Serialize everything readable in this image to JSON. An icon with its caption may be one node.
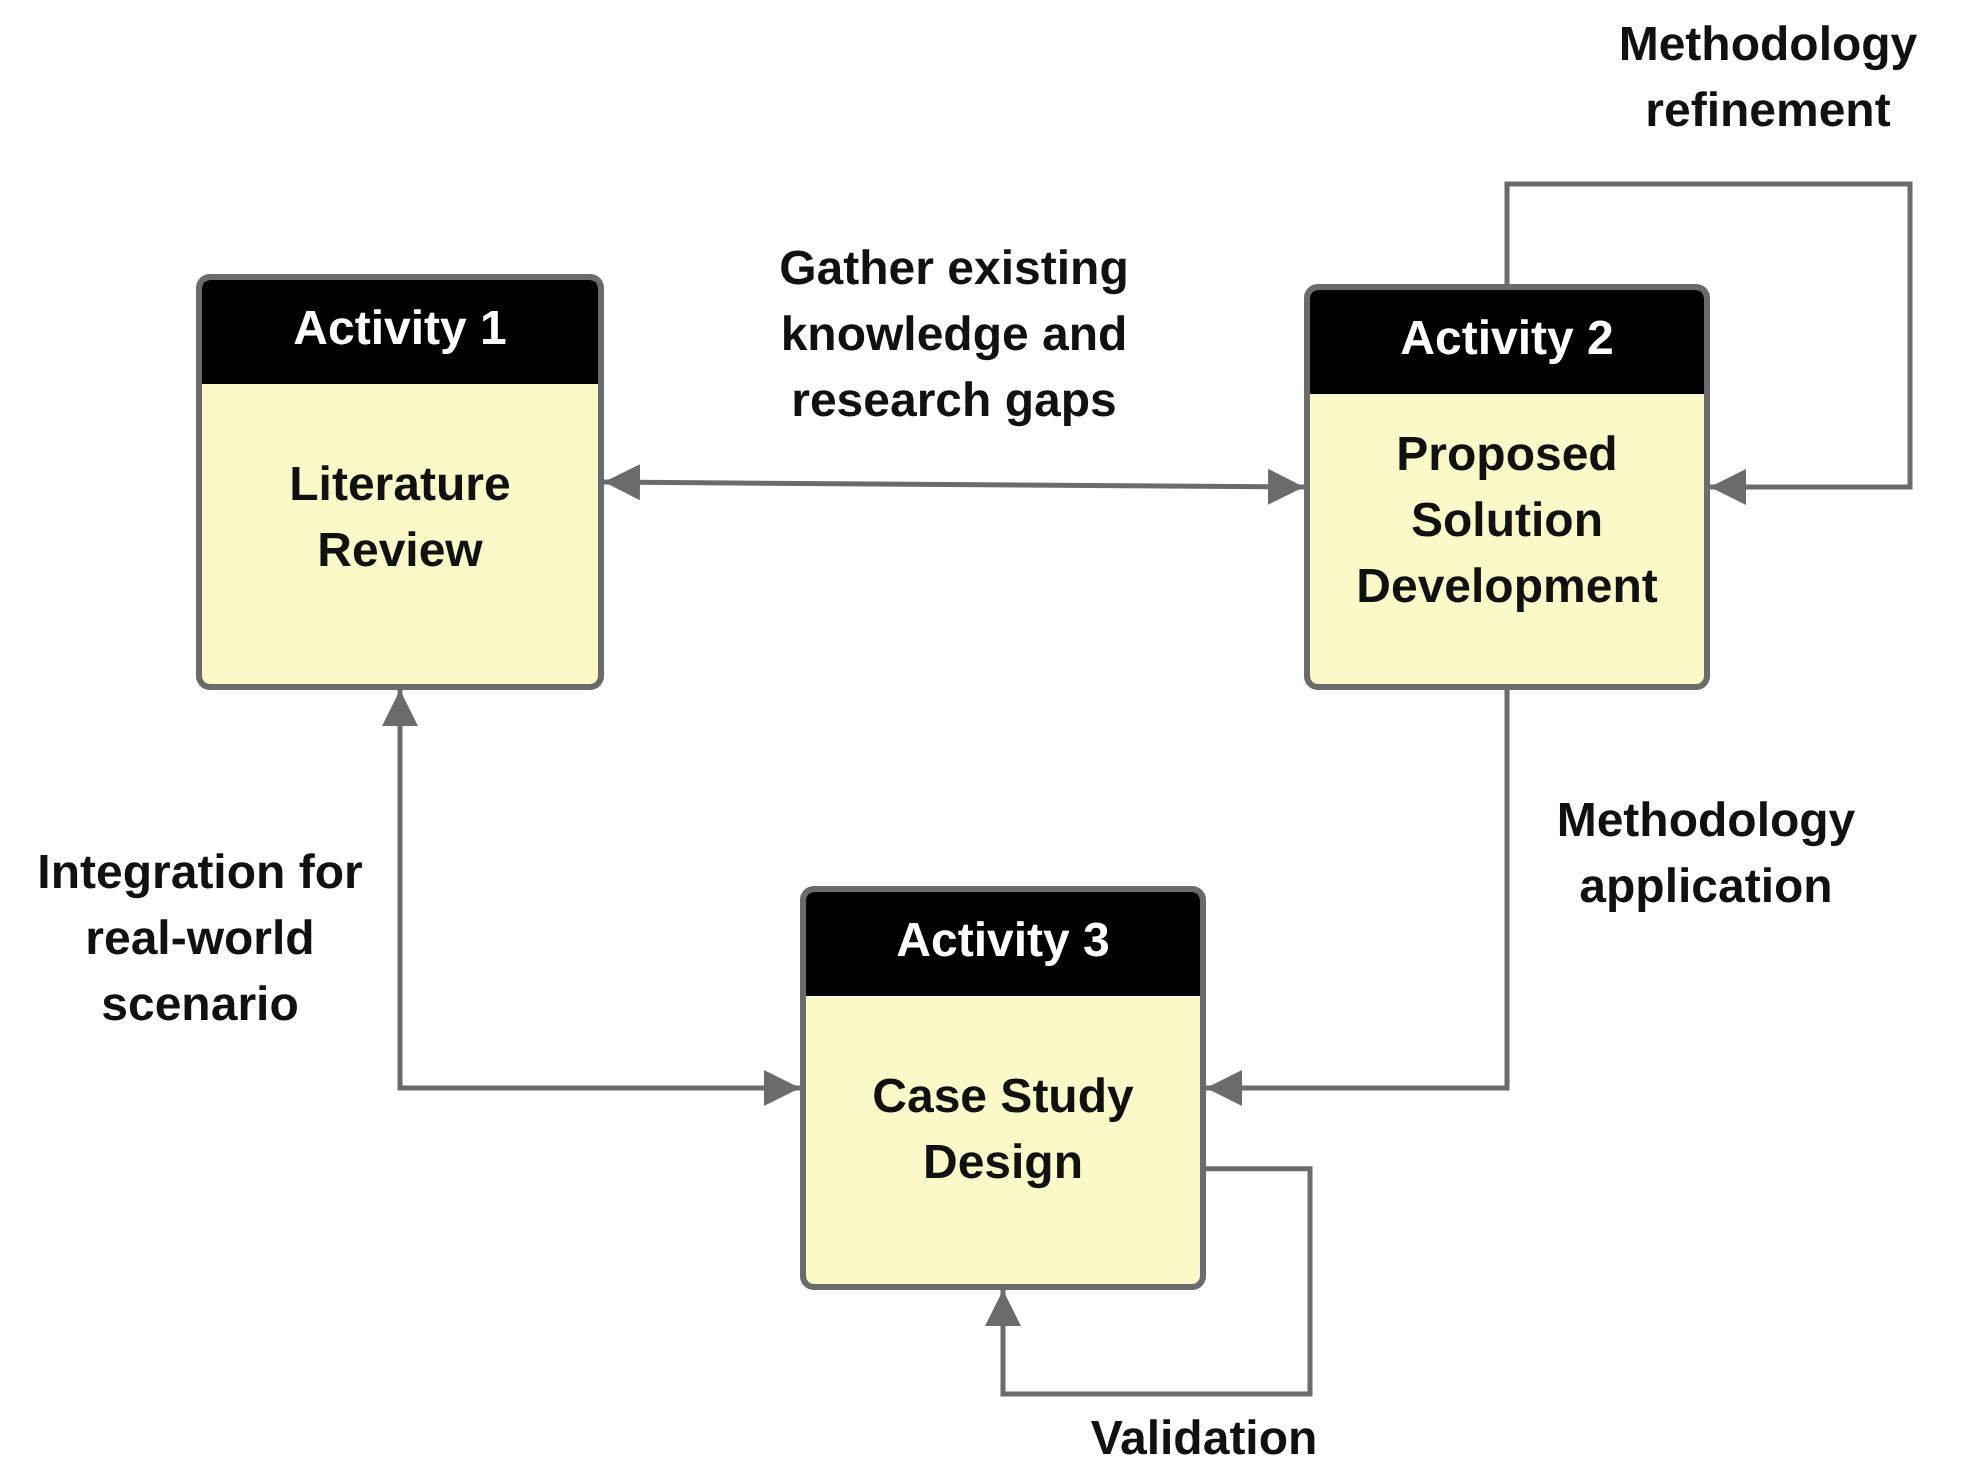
{
  "diagram": {
    "nodes": [
      {
        "text": [
          "Activity 1",
          "Literature Review"
        ]
      },
      {
        "text": [
          "Activity 2",
          "Proposed Solution Development"
        ]
      },
      {
        "text": [
          "Activity 3",
          "Case Study Design"
        ]
      }
    ],
    "edges": [
      {
        "from": 0,
        "to": 1,
        "arrow": "both",
        "label": "Gather existing knowledge and research gaps"
      },
      {
        "from": 1,
        "to": 1,
        "arrow": "to",
        "label": "Methodology refinement"
      },
      {
        "from": 1,
        "to": 2,
        "arrow": "to",
        "label": "Methodology application"
      },
      {
        "from": 0,
        "to": 2,
        "arrow": "both",
        "label": "Integration for real-world scenario"
      },
      {
        "from": 2,
        "to": 2,
        "arrow": "to",
        "label": "Validation"
      }
    ]
  }
}
